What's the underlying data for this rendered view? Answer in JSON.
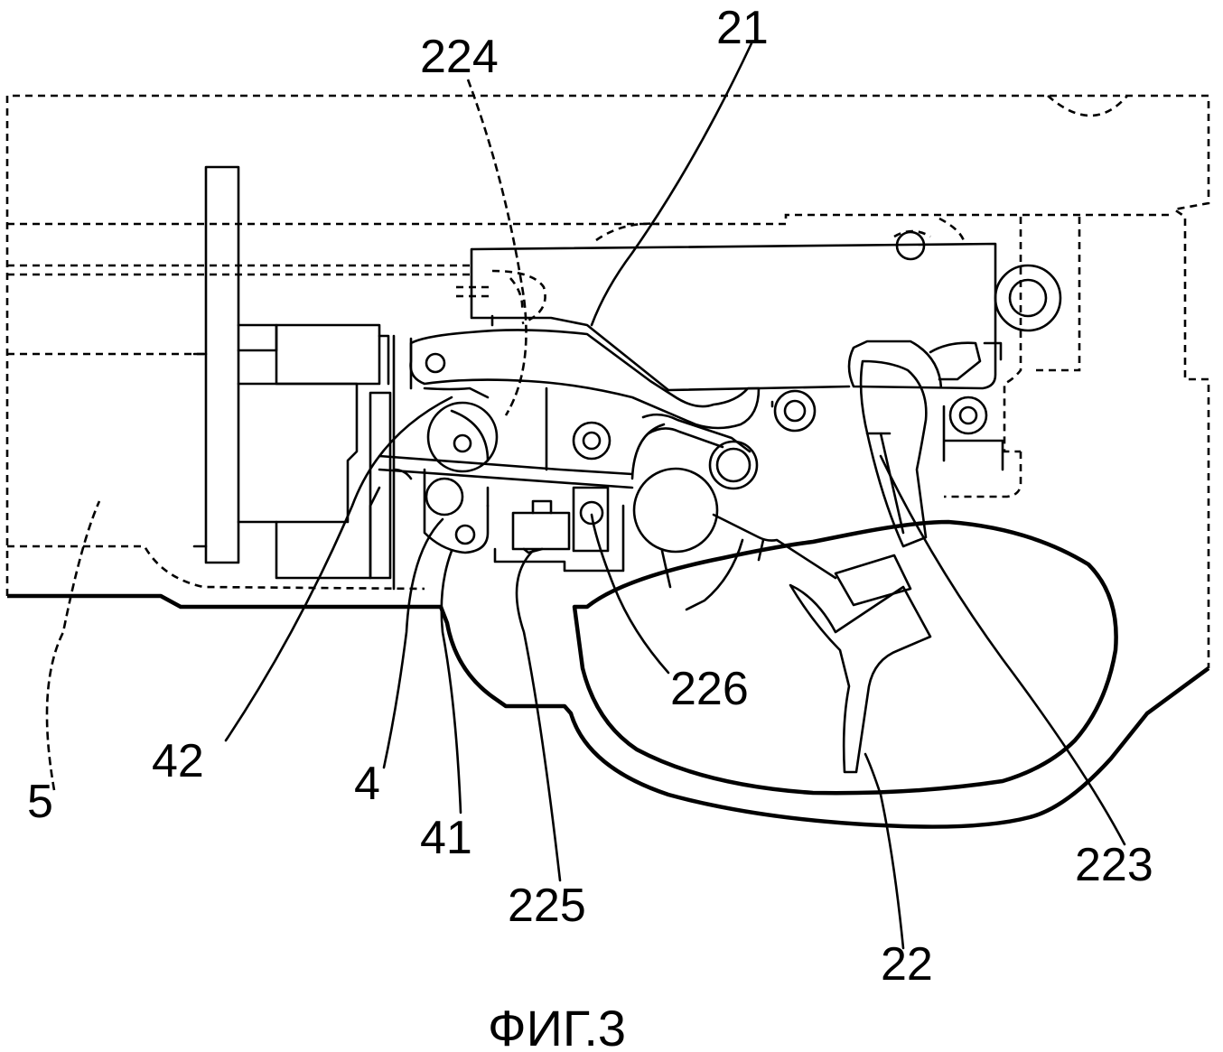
{
  "figure": {
    "caption": "ФИГ.3",
    "labels": {
      "l224": "224",
      "l21": "21",
      "l226": "226",
      "l42": "42",
      "l5": "5",
      "l4": "4",
      "l41": "41",
      "l225": "225",
      "l223": "223",
      "l22": "22"
    }
  }
}
